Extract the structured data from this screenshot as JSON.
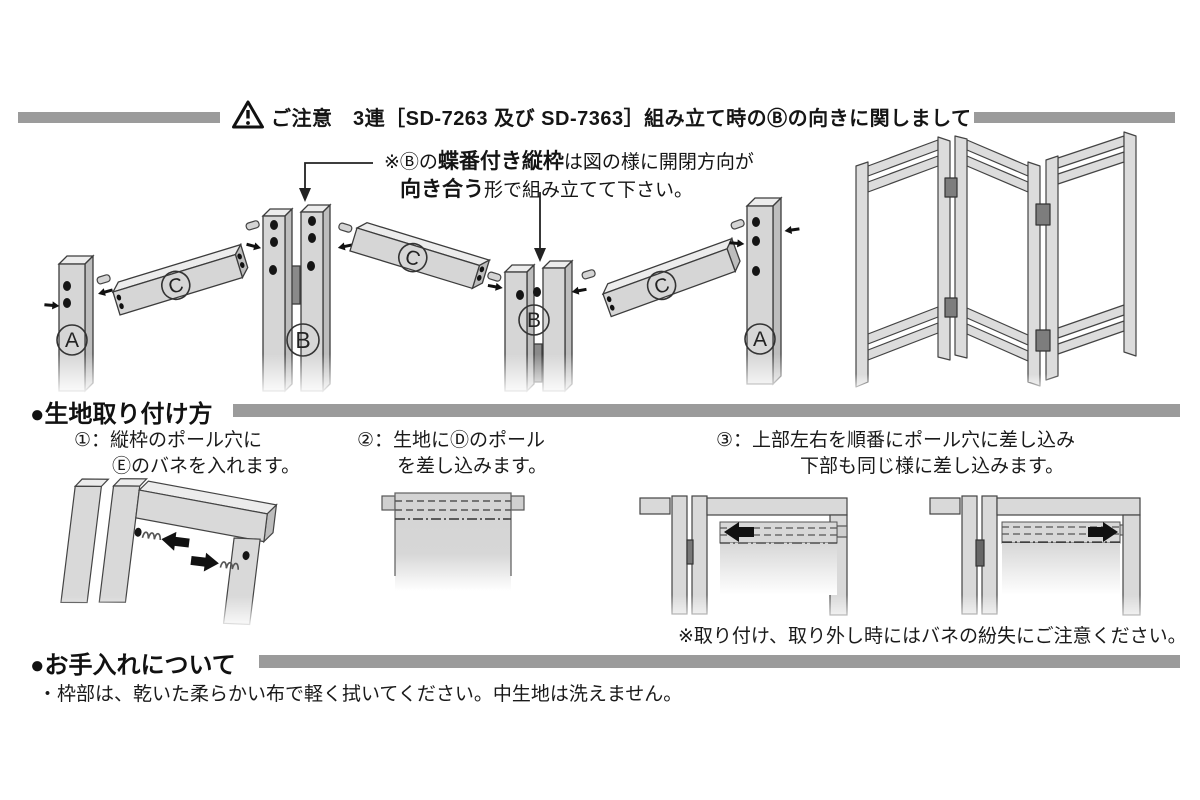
{
  "notice": {
    "icon": "warning-triangle",
    "title": "ご注意　3連［SD-7263 及び SD-7363］組み立て時のⒷの向きに関しまして"
  },
  "assembly_note": {
    "line1_pre": "※Ⓑの",
    "line1_bold": "蝶番付き縦枠",
    "line1_post": "は図の様に開閉方向が",
    "line2_bold": "向き合う",
    "line2_post": "形で組み立てて下さい。"
  },
  "diagram": {
    "label_a": "A",
    "label_b": "B",
    "label_c": "C",
    "icons": [
      "screw-icon",
      "dowel",
      "hinge",
      "pointer-arrow",
      "bold-arrow-left",
      "bold-arrow-right",
      "spring-coil"
    ]
  },
  "fabric_section": {
    "heading": "●生地取り付け方",
    "step1_line1": "①：縦枠のポール穴に",
    "step1_line2": "Ⓔのバネを入れます。",
    "step2_line1": "②：生地にⒹのポール",
    "step2_line2": "を差し込みます。",
    "step3_line1": "③：上部左右を順番にポール穴に差し込み",
    "step3_line2": "下部も同じ様に差し込みます。",
    "caution": "※取り付け、取り外し時にはバネの紛失にご注意ください。"
  },
  "care_section": {
    "heading": "●お手入れについて",
    "body": "・枠部は、乾いた柔らかい布で軽く拭いてください。中生地は洗えません。"
  },
  "colors": {
    "bar_gray": "#9b9b9b",
    "wood_front": "#d6d6d6",
    "wood_top": "#ececec",
    "wood_side": "#bdbdbd",
    "hinge": "#7d7d7d",
    "outline": "#3c3c3c",
    "arrow_black": "#111111"
  }
}
